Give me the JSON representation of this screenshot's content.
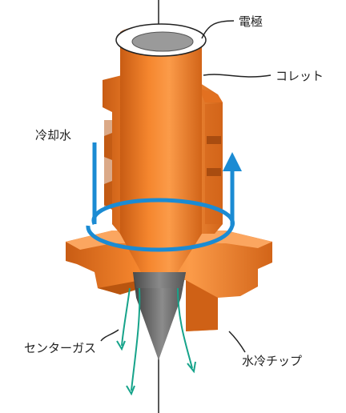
{
  "labels": {
    "electrode": "電極",
    "collet": "コレット",
    "cooling_water": "冷却水",
    "center_gas": "センターガス",
    "water_cooled_tip": "水冷チップ"
  },
  "colors": {
    "body_orange": "#f07a26",
    "body_orange_light": "#f9a15a",
    "body_orange_dark": "#c25a14",
    "water_arrow": "#1b8bd3",
    "gas_arrow": "#16a38a",
    "electrode_gray": "#9a9a9a",
    "tip_cone": "#6d6d6d",
    "leader_line": "#222222"
  },
  "icons": {
    "cooling_flow": "circular-arrow-icon",
    "gas_flow": "downward-arrow-icon"
  }
}
